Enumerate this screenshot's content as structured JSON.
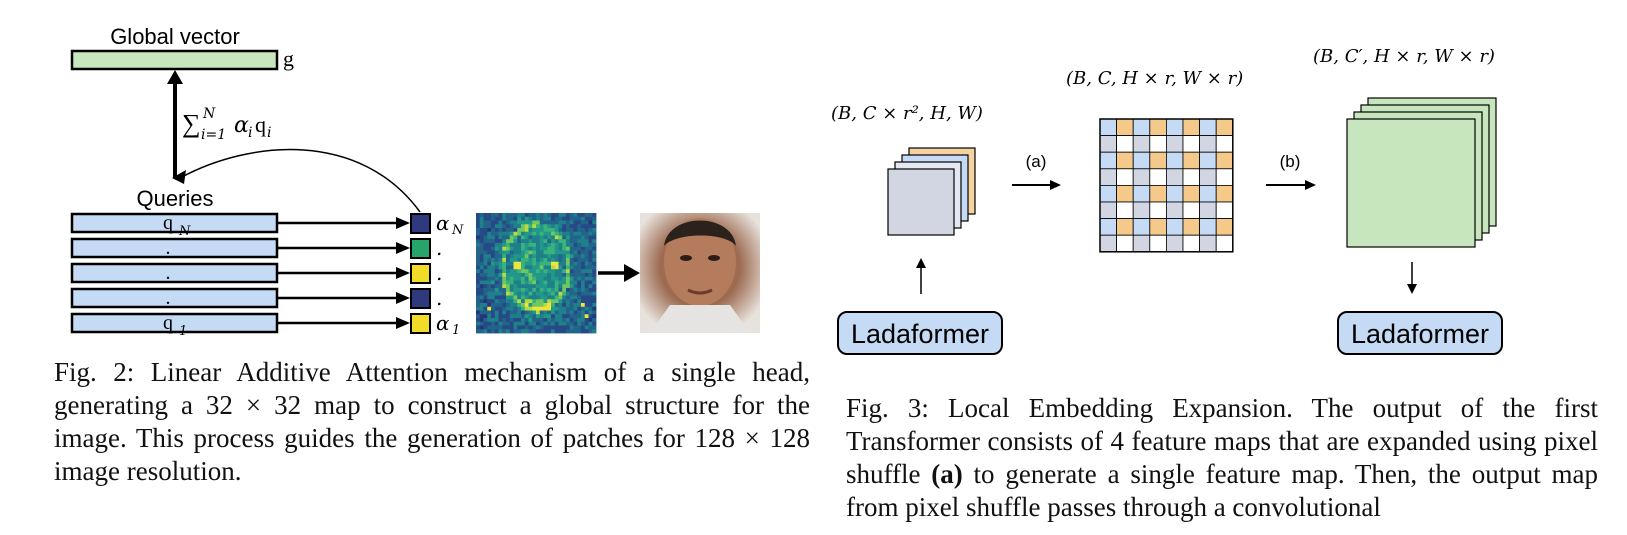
{
  "fig2": {
    "global_vector_label": "Global vector",
    "g_label": "g",
    "sum_label": {
      "sigma": "∑",
      "sub": "i=1",
      "sup": "N",
      "term": "α",
      "term_sub": "i",
      "q": "q",
      "q_sub": "i"
    },
    "queries_label": "Queries",
    "query_rows": [
      {
        "label": "q",
        "sub": "N"
      },
      {
        "label": ".",
        "sub": ""
      },
      {
        "label": ".",
        "sub": ""
      },
      {
        "label": ".",
        "sub": ""
      },
      {
        "label": "q",
        "sub": "1"
      }
    ],
    "alpha_labels": [
      {
        "label": "α",
        "sub": "N"
      },
      {
        "label": ".",
        "sub": ""
      },
      {
        "label": ".",
        "sub": ""
      },
      {
        "label": ".",
        "sub": ""
      },
      {
        "label": "α",
        "sub": "1"
      }
    ],
    "weight_colors": [
      "#2f3a7e",
      "#27a36c",
      "#f2dc2a",
      "#2f3a7e",
      "#f2dc2a"
    ],
    "query_fill": "#c5dbf5",
    "global_fill": "#c7e6bd",
    "caption": "Fig. 2: Linear Additive Attention mechanism of a single head, generating a 32 × 32 map to construct a global structure for the image. This process guides the generation of patches for 128 × 128 image resolution."
  },
  "fig3": {
    "shape_in": "(B, C × r², H, W)",
    "shape_mid": "(B, C, H × r, W × r)",
    "shape_out": "(B, C′, H × r, W × r)",
    "step_a": "(a)",
    "step_b": "(b)",
    "ladaformer_left": "Ladaformer",
    "ladaformer_right": "Ladaformer",
    "input_colors": [
      "#f5d3a0",
      "#c5dbf5",
      "#e3e8f2",
      "#d1d6e2"
    ],
    "grid_colors": [
      "#c5dbf5",
      "#f5c98a",
      "#ffffff",
      "#d1d6e2"
    ],
    "output_fill": "#c7e6bd",
    "caption_parts": [
      "Fig. 3: Local Embedding Expansion. The output of the first Transformer consists of 4 feature maps that are expanded using pixel shuffle ",
      "(a)",
      " to generate a single feature map. Then, the output map from pixel shuffle passes through a convolutional"
    ]
  }
}
